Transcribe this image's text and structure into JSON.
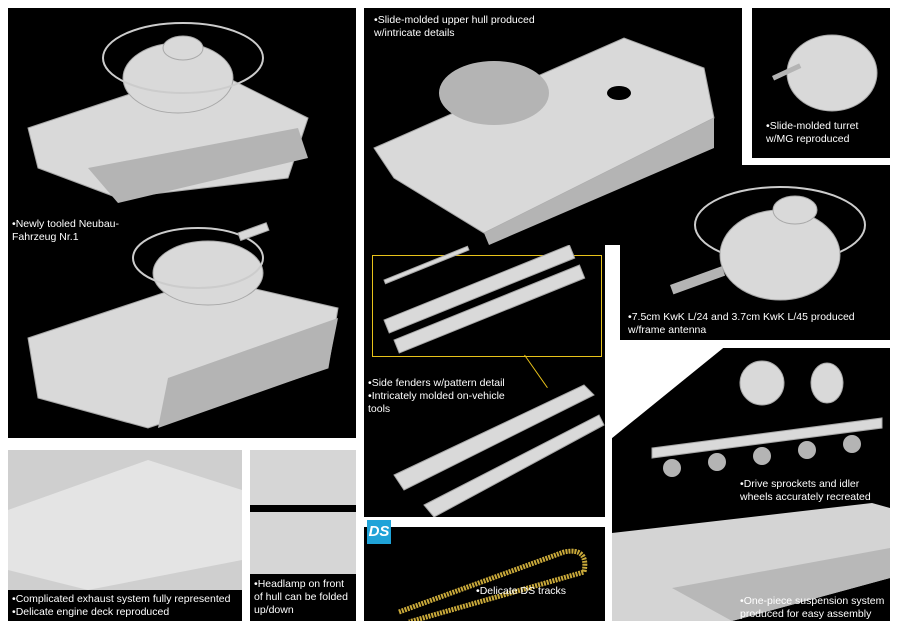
{
  "captions": {
    "main_vehicle": [
      "Newly tooled Neubau-",
      "Fahrzeug Nr.1"
    ],
    "upper_hull": [
      "Slide-molded upper hull produced",
      "w/intricate details"
    ],
    "turret_mg": [
      "Slide-molded turret",
      "w/MG reproduced"
    ],
    "main_turret": [
      "7.5cm KwK L/24 and 3.7cm KwK L/45 produced",
      "w/frame antenna"
    ],
    "fenders": [
      "Side fenders w/pattern detail",
      "Intricately molded on-vehicle",
      "tools"
    ],
    "exhaust": [
      "Complicated exhaust system fully represented",
      "Delicate engine deck reproduced"
    ],
    "headlamp": [
      "Headlamp on front",
      "of hull can be folded",
      "up/down"
    ],
    "tracks": [
      "Delicate DS tracks"
    ],
    "sprockets": [
      "Drive sprockets and idler",
      "wheels accurately recreated"
    ],
    "suspension": [
      "One-piece suspension system",
      "produced for easy assembly"
    ]
  },
  "logo": "DS",
  "colors": {
    "background": "#000000",
    "highlight_box": "#e8c21a",
    "tracks": "#c9a93a",
    "logo": "#1fa3d8"
  }
}
